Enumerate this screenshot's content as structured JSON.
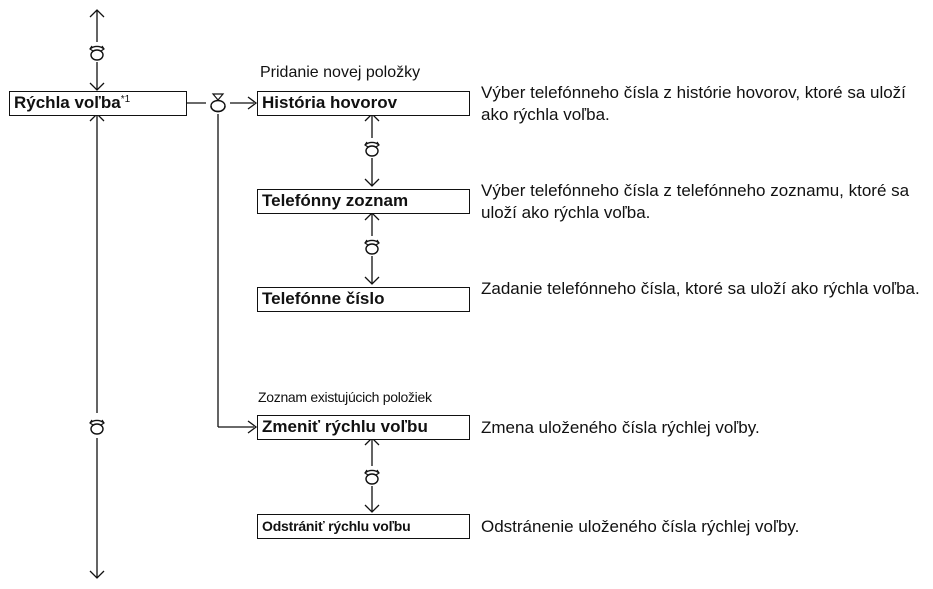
{
  "root": {
    "label": "Rýchla voľba",
    "footnote": "*1"
  },
  "sections": {
    "new": "Pridanie novej položky",
    "existing": "Zoznam existujúcich položiek"
  },
  "options": [
    {
      "label": "História hovorov",
      "description": "Výber telefónneho čísla z histórie hovorov, ktoré sa uloží ako rýchla voľba."
    },
    {
      "label": "Telefónny zoznam",
      "description": "Výber telefónneho čísla z telefónneho zoznamu, ktoré sa uloží ako rýchla voľba."
    },
    {
      "label": "Telefónne číslo",
      "description": "Zadanie telefónneho čísla, ktoré sa uloží ako rýchla voľba."
    },
    {
      "label": "Zmeniť rýchlu voľbu",
      "description": "Zmena uloženého čísla rýchlej voľby."
    },
    {
      "label": "Odstrániť rýchlu voľbu",
      "description": "Odstránenie uloženého čísla rýchlej voľby."
    }
  ],
  "icons": {
    "rotate": "dial-rotate-icon",
    "push": "dial-push-icon"
  }
}
